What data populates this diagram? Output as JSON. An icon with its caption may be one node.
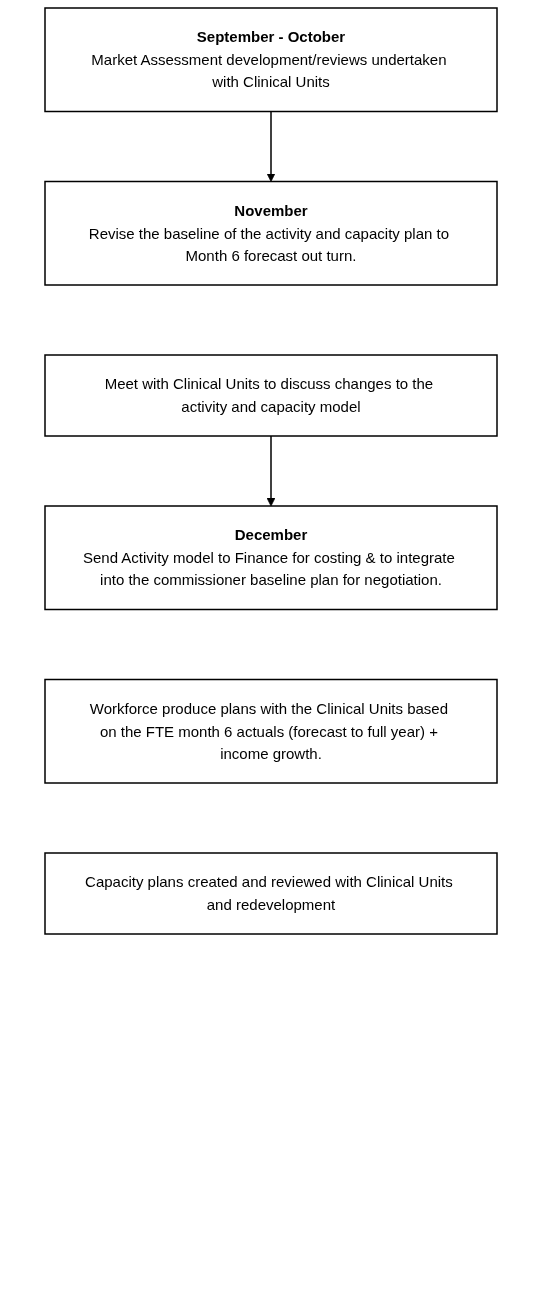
{
  "diagram": {
    "nodes": [
      {
        "text": [
          "September - October",
          "Market Assessment development/reviews undertaken with Clinical Units"
        ]
      },
      {
        "text": [
          "November",
          "Revise the baseline of the activity and capacity plan to Month 6 forecast out turn."
        ]
      },
      {
        "text": [
          "Meet with Clinical Units to discuss changes to the activity and capacity model"
        ]
      },
      {
        "text": [
          "December",
          "Send Activity model to Finance for costing & to integrate into the commissioner baseline plan for negotiation."
        ]
      },
      {
        "text": [
          "Workforce produce plans with the Clinical Units based on the FTE month 6 actuals (forecast to full year) + income growth."
        ]
      },
      {
        "text": [
          "Capacity plans created and reviewed with Clinical Units and redevelopment"
        ]
      }
    ],
    "edges": [
      {
        "from": 0,
        "to": 1,
        "arrow": "to"
      },
      {
        "from": 2,
        "to": 3,
        "arrow": "to"
      }
    ]
  }
}
